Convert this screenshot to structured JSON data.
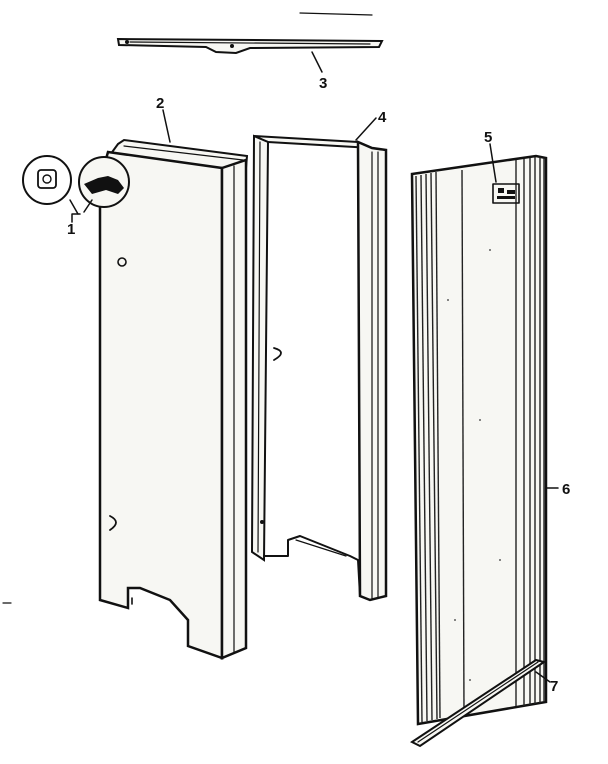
{
  "diagram": {
    "callouts": [
      {
        "id": "1",
        "label": "1"
      },
      {
        "id": "2",
        "label": "2"
      },
      {
        "id": "3",
        "label": "3"
      },
      {
        "id": "4",
        "label": "4"
      },
      {
        "id": "5",
        "label": "5"
      },
      {
        "id": "6",
        "label": "6"
      },
      {
        "id": "7",
        "label": "7"
      }
    ]
  },
  "colors": {
    "line": "#111111",
    "background": "#ffffff",
    "panel_fill": "#f7f7f3"
  }
}
